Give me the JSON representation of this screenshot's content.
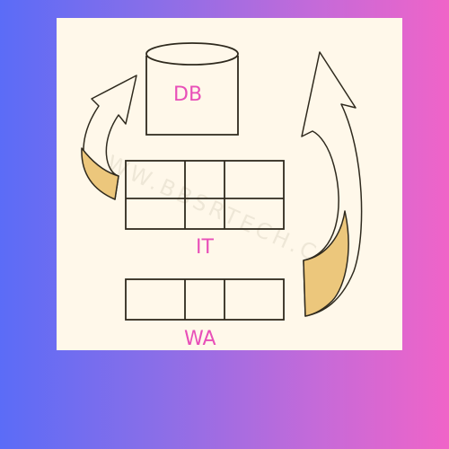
{
  "diagram": {
    "database_label": "DB",
    "table_label": "IT",
    "work_area_label": "WA",
    "watermark": "WWW.BBSRTECH.COM"
  },
  "colors": {
    "background_left": "#5b6cf7",
    "background_right": "#f064c8",
    "panel": "#fff8ea",
    "outline": "#2f2a1e",
    "arrow_fill": "#ecc77c",
    "label": "#e84fb8"
  }
}
